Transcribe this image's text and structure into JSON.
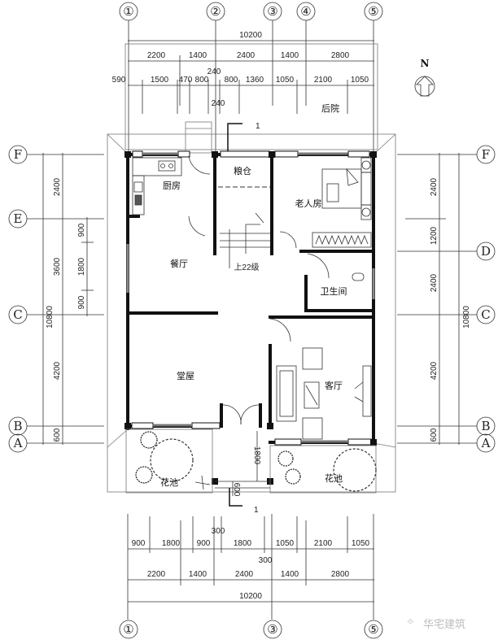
{
  "drawing": {
    "type": "floor-plan",
    "north_label": "N",
    "watermark": "华宅建筑",
    "section_mark": "1",
    "stair_label": "上22级"
  },
  "axes": {
    "columns_top": [
      "①",
      "②",
      "③",
      "④",
      "⑤"
    ],
    "columns_bottom": [
      "①",
      "③",
      "⑤"
    ],
    "rows_left": [
      "F",
      "E",
      "C",
      "B",
      "A"
    ],
    "rows_right": [
      "F",
      "D",
      "C",
      "B",
      "A"
    ]
  },
  "dimensions": {
    "top_total": "10200",
    "top_axis": [
      "2200",
      "1400",
      "2400",
      "1400",
      "2800"
    ],
    "top_detail": [
      "1500",
      "470",
      "800",
      "240",
      "800",
      "1360",
      "1050",
      "2100",
      "1050"
    ],
    "top_left_offset": "590",
    "top_extra": "240",
    "bottom_detail": [
      "900",
      "1800",
      "900",
      "300",
      "1800",
      "1050",
      "2100",
      "1050"
    ],
    "bottom_offset": "300",
    "bottom_axis": [
      "2200",
      "1400",
      "2400",
      "1400",
      "2800"
    ],
    "bottom_total": "10200",
    "left_axis": [
      "2400",
      "3600",
      "4200",
      "600"
    ],
    "left_detail": [
      "900",
      "1800",
      "900"
    ],
    "left_total": "10800",
    "right_axis": [
      "2400",
      "1200",
      "2400",
      "4200",
      "600"
    ],
    "right_total": "10800",
    "porch_depth": "1800",
    "step_depth": "600"
  },
  "rooms": {
    "backyard": "后院",
    "kitchen": "厨房",
    "granary": "粮仓",
    "elder_room": "老人房",
    "dining": "餐厅",
    "bathroom": "卫生间",
    "main_hall": "堂屋",
    "living": "客厅",
    "garden_left": "花池",
    "garden_right": "花池"
  }
}
